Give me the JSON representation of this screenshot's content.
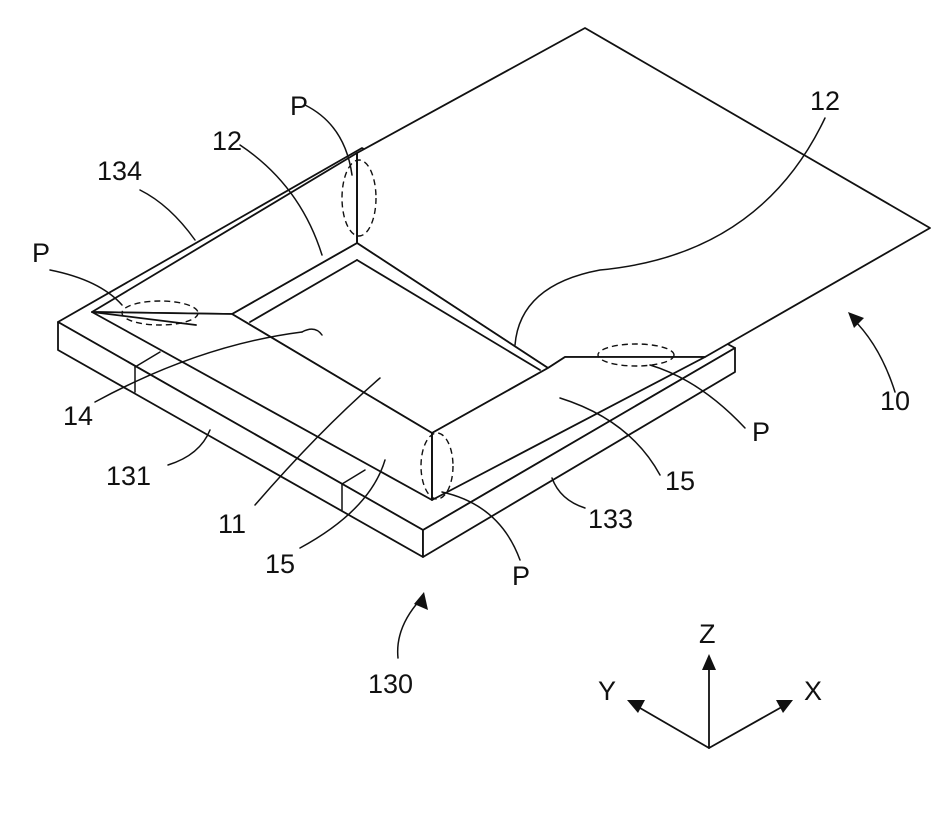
{
  "labels": {
    "ref_10": "10",
    "ref_11": "11",
    "ref_12_left": "12",
    "ref_12_right": "12",
    "ref_14": "14",
    "ref_15_front": "15",
    "ref_15_right": "15",
    "ref_130": "130",
    "ref_131": "131",
    "ref_133": "133",
    "ref_134": "134",
    "ref_P_left": "P",
    "ref_P_top": "P",
    "ref_P_right": "P",
    "ref_P_front": "P"
  },
  "axes": {
    "z": "Z",
    "y": "Y",
    "x": "X"
  }
}
